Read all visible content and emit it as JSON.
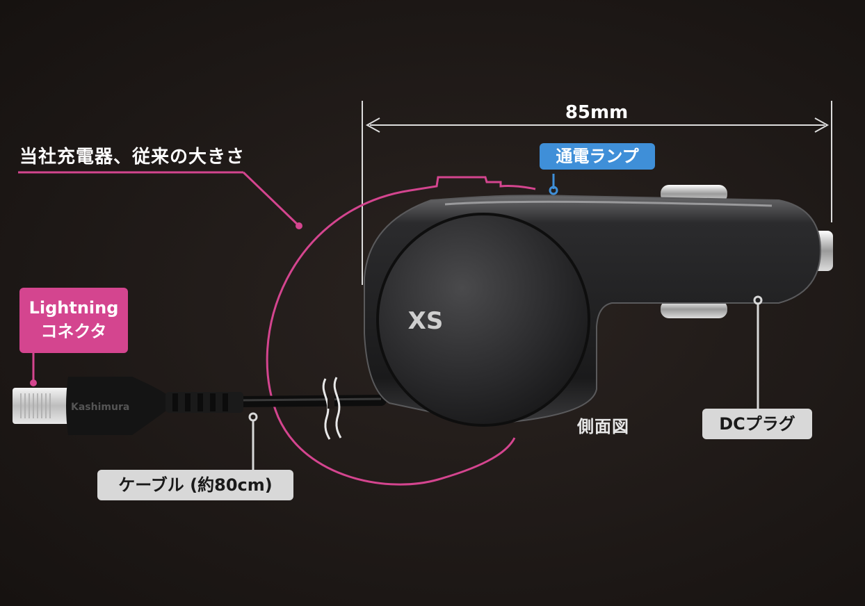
{
  "dimension": {
    "text": "85mm"
  },
  "brand_label": "XS",
  "cable_brand": "Kashimura",
  "callouts": {
    "current_size": "当社充電器、従来の大きさ",
    "power_lamp": "通電ランプ",
    "lightning_line1": "Lightning",
    "lightning_line2": "コネクタ",
    "dc_plug": "DCプラグ",
    "cable": "ケーブル (約80cm)",
    "side_view": "側面図"
  },
  "colors": {
    "background": "#1f1a18",
    "magenta": "#d4458f",
    "blue": "#3f8fd8",
    "grey_box": "#d8d8d8",
    "white": "#ffffff"
  }
}
